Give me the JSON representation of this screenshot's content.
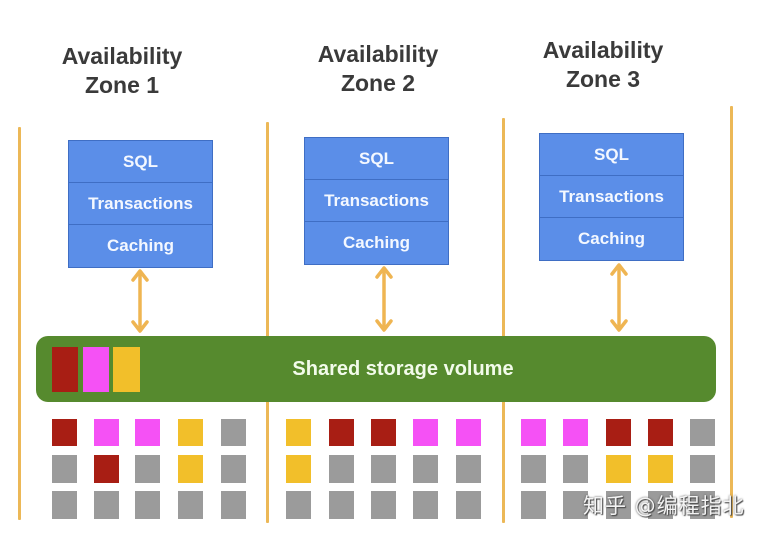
{
  "colors": {
    "stack_fill": "#5b8ee8",
    "storage_fill": "#568a2e",
    "divider": "#ecb857",
    "arrow": "#efb552",
    "red": "#a81e14",
    "magenta": "#f551f5",
    "yellow": "#f2bf2a",
    "gray": "#9b9b9b"
  },
  "zones": [
    {
      "title_line1": "Availability",
      "title_line2": "Zone 1",
      "stack": [
        "SQL",
        "Transactions",
        "Caching"
      ],
      "segments": [
        [
          "red",
          "magenta",
          "magenta",
          "yellow",
          "gray"
        ],
        [
          "gray",
          "red",
          "gray",
          "yellow",
          "gray"
        ],
        [
          "gray",
          "gray",
          "gray",
          "gray",
          "gray"
        ]
      ]
    },
    {
      "title_line1": "Availability",
      "title_line2": "Zone 2",
      "stack": [
        "SQL",
        "Transactions",
        "Caching"
      ],
      "segments": [
        [
          "yellow",
          "red",
          "red",
          "magenta",
          "magenta"
        ],
        [
          "yellow",
          "gray",
          "gray",
          "gray",
          "gray"
        ],
        [
          "gray",
          "gray",
          "gray",
          "gray",
          "gray"
        ]
      ]
    },
    {
      "title_line1": "Availability",
      "title_line2": "Zone 3",
      "stack": [
        "SQL",
        "Transactions",
        "Caching"
      ],
      "segments": [
        [
          "magenta",
          "magenta",
          "red",
          "red",
          "gray"
        ],
        [
          "gray",
          "gray",
          "yellow",
          "yellow",
          "gray"
        ],
        [
          "gray",
          "gray",
          "gray",
          "gray",
          "gray"
        ]
      ]
    }
  ],
  "storage": {
    "label": "Shared storage volume",
    "legend": [
      "red",
      "magenta",
      "yellow"
    ]
  },
  "watermark": "知乎 @编程指北"
}
